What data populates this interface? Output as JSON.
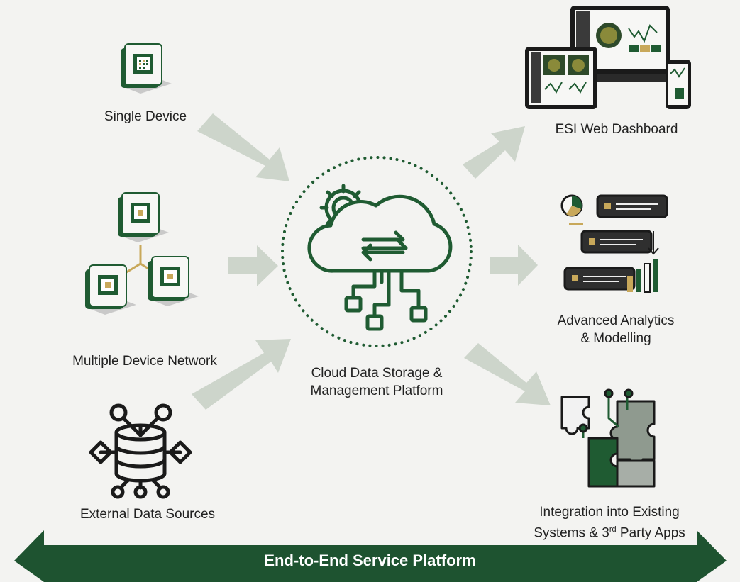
{
  "colors": {
    "primary_green": "#1f5b32",
    "arrow_grey": "#cdd5cb",
    "banner_green": "#1e5330",
    "text": "#222222"
  },
  "inputs": [
    {
      "label": "Single Device",
      "icon": "device-icon"
    },
    {
      "label": "Multiple Device Network",
      "icon": "device-network-icon"
    },
    {
      "label": "External Data Sources",
      "icon": "database-icon"
    }
  ],
  "center": {
    "line1": "Cloud Data Storage &",
    "line2": "Management Platform",
    "icon": "cloud-gear-icon"
  },
  "outputs": [
    {
      "line1": "ESI Web Dashboard",
      "line2": "",
      "icon": "dashboard-devices-icon"
    },
    {
      "line1": "Advanced Analytics",
      "line2": "& Modelling",
      "icon": "analytics-icon"
    },
    {
      "line1": "Integration into Existing",
      "line2_a": "Systems & 3",
      "line2_sup": "rd",
      "line2_b": " Party Apps",
      "icon": "puzzle-icon"
    }
  ],
  "banner": {
    "label": "End-to-End Service Platform"
  }
}
